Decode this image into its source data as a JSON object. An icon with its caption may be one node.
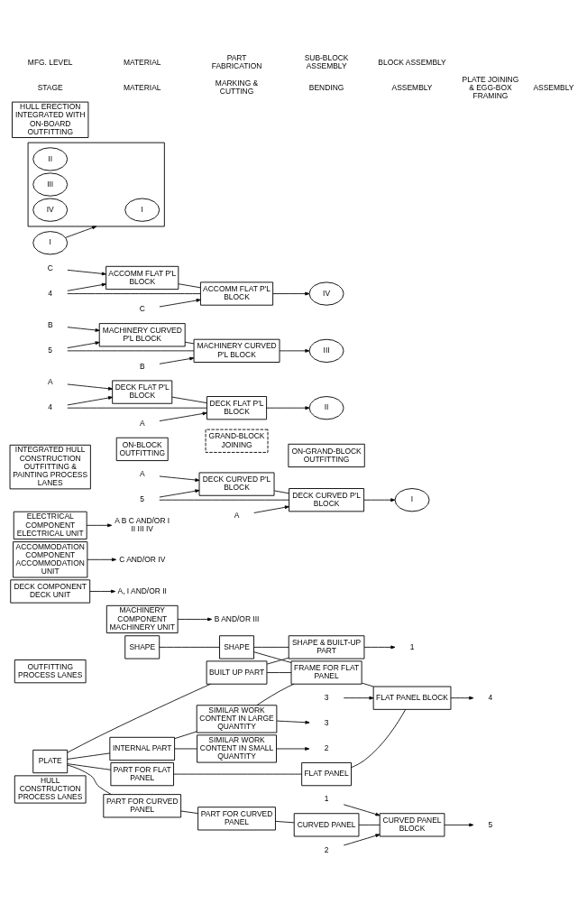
{
  "diagram": {
    "nodes": [
      {
        "text": [
          "HULL CONSTRUCTION PROCESS LANES"
        ]
      },
      {
        "text": [
          "SHAPE"
        ]
      },
      {
        "text": [
          "PLATE"
        ]
      },
      {
        "text": [
          "SHAPE"
        ]
      },
      {
        "text": [
          "BUILT UP PART"
        ]
      },
      {
        "text": [
          "INTERNAL PART"
        ]
      },
      {
        "text": [
          "PART FOR FLAT PANEL"
        ]
      },
      {
        "text": [
          "PART FOR CURVED PANEL"
        ]
      },
      {
        "text": [
          "PART FOR CURVED PANEL"
        ]
      },
      {
        "text": [
          "SHAPE & BUILT-UP PART"
        ]
      },
      {
        "text": [
          "SIMILAR WORK CONTENT IN SMALL QUANTITY"
        ]
      },
      {
        "text": [
          "SIMILAR WORK CONTENT IN LARGE QUANTITY"
        ]
      },
      {
        "text": [
          "FRAME FOR FLAT PANEL"
        ]
      },
      {
        "text": [
          "FLAT PANEL"
        ]
      },
      {
        "text": [
          "CURVED PANEL"
        ]
      },
      {
        "text": [
          "FLAT PANEL BLOCK"
        ]
      },
      {
        "text": [
          "CURVED PANEL BLOCK"
        ]
      },
      {
        "text": [
          "1"
        ]
      },
      {
        "text": [
          "2"
        ]
      },
      {
        "text": [
          "3"
        ]
      },
      {
        "text": [
          "3"
        ]
      },
      {
        "text": [
          "2"
        ]
      },
      {
        "text": [
          "1"
        ]
      },
      {
        "text": [
          "4"
        ]
      },
      {
        "text": [
          "5"
        ]
      },
      {
        "text": [
          "OUTFITTING PROCESS LANES"
        ]
      },
      {
        "text": [
          "DECK COMPONENT DECK UNIT"
        ]
      },
      {
        "text": [
          "MACHINERY COMPONENT MACHINERY UNIT"
        ]
      },
      {
        "text": [
          "ACCOMMODATION COMPONENT ACCOMMODATION UNIT"
        ]
      },
      {
        "text": [
          "ELECTRICAL COMPONENT ELECTRICAL UNIT"
        ]
      },
      {
        "text": [
          "A, I AND/OR II"
        ]
      },
      {
        "text": [
          "B AND/OR III"
        ]
      },
      {
        "text": [
          "C AND/OR IV"
        ]
      },
      {
        "text": [
          "A B C AND/OR I II III IV"
        ]
      },
      {
        "text": [
          "INTEGRATED HULL CONSTRUCTION OUTFITTING & PAINTING PROCESS LANES"
        ]
      },
      {
        "text": [
          "ON-BLOCK OUTFITTING"
        ]
      },
      {
        "text": [
          "GRAND-BLOCK JOINING"
        ]
      },
      {
        "text": [
          "ON-GRAND-BLOCK OUTFITTING"
        ]
      },
      {
        "text": [
          "5"
        ]
      },
      {
        "text": [
          "A"
        ]
      },
      {
        "text": [
          "DECK CURVED P'L BLOCK"
        ]
      },
      {
        "text": [
          "DECK CURVED P'L BLOCK"
        ]
      },
      {
        "text": [
          "A"
        ]
      },
      {
        "text": [
          "I"
        ]
      },
      {
        "text": [
          "4"
        ]
      },
      {
        "text": [
          "A"
        ]
      },
      {
        "text": [
          "DECK FLAT P'L BLOCK"
        ]
      },
      {
        "text": [
          "DECK FLAT P'L BLOCK"
        ]
      },
      {
        "text": [
          "A"
        ]
      },
      {
        "text": [
          "II"
        ]
      },
      {
        "text": [
          "5"
        ]
      },
      {
        "text": [
          "B"
        ]
      },
      {
        "text": [
          "MACHINERY CURVED P'L BLOCK"
        ]
      },
      {
        "text": [
          "MACHINERY CURVED P'L BLOCK"
        ]
      },
      {
        "text": [
          "B"
        ]
      },
      {
        "text": [
          "III"
        ]
      },
      {
        "text": [
          "4"
        ]
      },
      {
        "text": [
          "C"
        ]
      },
      {
        "text": [
          "ACCOMM FLAT P'L BLOCK"
        ]
      },
      {
        "text": [
          "ACCOMM FLAT P'L BLOCK"
        ]
      },
      {
        "text": [
          "C"
        ]
      },
      {
        "text": [
          "IV"
        ]
      },
      {
        "text": [
          "HULL ERECTION INTEGRATED WITH ON-BOARD OUTFITTING"
        ]
      },
      {
        "text": [],
        "shape": "box"
      },
      {
        "text": [
          "I"
        ],
        "in": 63
      },
      {
        "text": [
          "II"
        ],
        "in": 63
      },
      {
        "text": [
          "III"
        ],
        "in": 63
      },
      {
        "text": [
          "IV"
        ],
        "in": 63
      },
      {
        "text": [
          "I"
        ]
      }
    ],
    "edges": [
      {
        "from": 1,
        "to": 3,
        "arrow": "none"
      },
      {
        "from": 2,
        "to": 4,
        "arrow": "none"
      },
      {
        "from": 2,
        "to": 5,
        "arrow": "none"
      },
      {
        "from": 2,
        "to": 6,
        "arrow": "none"
      },
      {
        "from": 2,
        "to": 7,
        "arrow": "none"
      },
      {
        "from": 3,
        "to": 9,
        "arrow": "none"
      },
      {
        "from": 4,
        "to": 9,
        "arrow": "none"
      },
      {
        "from": 3,
        "to": 12,
        "arrow": "none"
      },
      {
        "from": 4,
        "to": 12,
        "arrow": "none"
      },
      {
        "from": 5,
        "to": 10,
        "arrow": "none"
      },
      {
        "from": 5,
        "to": 11,
        "arrow": "none"
      },
      {
        "from": 9,
        "to": 17,
        "arrow": "to"
      },
      {
        "from": 10,
        "to": 18,
        "arrow": "to"
      },
      {
        "from": 11,
        "to": 19,
        "arrow": "to"
      },
      {
        "from": 11,
        "to": 12,
        "arrow": "none"
      },
      {
        "from": 6,
        "to": 13,
        "arrow": "none"
      },
      {
        "from": 7,
        "to": 8,
        "arrow": "none"
      },
      {
        "from": 8,
        "to": 14,
        "arrow": "none"
      },
      {
        "from": 12,
        "to": 15,
        "arrow": "none"
      },
      {
        "from": 13,
        "to": 15,
        "arrow": "none"
      },
      {
        "from": 20,
        "to": 15,
        "arrow": "to"
      },
      {
        "from": 14,
        "to": 16,
        "arrow": "none"
      },
      {
        "from": 21,
        "to": 16,
        "arrow": "to"
      },
      {
        "from": 22,
        "to": 16,
        "arrow": "to"
      },
      {
        "from": 15,
        "to": 23,
        "arrow": "to"
      },
      {
        "from": 16,
        "to": 24,
        "arrow": "to"
      },
      {
        "from": 26,
        "to": 30,
        "arrow": "to"
      },
      {
        "from": 27,
        "to": 31,
        "arrow": "to"
      },
      {
        "from": 28,
        "to": 32,
        "arrow": "to"
      },
      {
        "from": 29,
        "to": 33,
        "arrow": "to"
      },
      {
        "from": 38,
        "to": 40,
        "arrow": "to"
      },
      {
        "from": 39,
        "to": 40,
        "arrow": "to"
      },
      {
        "from": 40,
        "to": 41,
        "arrow": "none"
      },
      {
        "from": 38,
        "to": 41,
        "arrow": "none"
      },
      {
        "from": 42,
        "to": 41,
        "arrow": "to"
      },
      {
        "from": 41,
        "to": 43,
        "arrow": "to"
      },
      {
        "from": 44,
        "to": 46,
        "arrow": "to"
      },
      {
        "from": 45,
        "to": 46,
        "arrow": "to"
      },
      {
        "from": 46,
        "to": 47,
        "arrow": "none"
      },
      {
        "from": 44,
        "to": 47,
        "arrow": "none"
      },
      {
        "from": 48,
        "to": 47,
        "arrow": "to"
      },
      {
        "from": 47,
        "to": 49,
        "arrow": "to"
      },
      {
        "from": 50,
        "to": 52,
        "arrow": "to"
      },
      {
        "from": 51,
        "to": 52,
        "arrow": "to"
      },
      {
        "from": 52,
        "to": 53,
        "arrow": "none"
      },
      {
        "from": 50,
        "to": 53,
        "arrow": "none"
      },
      {
        "from": 54,
        "to": 53,
        "arrow": "to"
      },
      {
        "from": 53,
        "to": 55,
        "arrow": "to"
      },
      {
        "from": 56,
        "to": 58,
        "arrow": "to"
      },
      {
        "from": 57,
        "to": 58,
        "arrow": "to"
      },
      {
        "from": 58,
        "to": 59,
        "arrow": "none"
      },
      {
        "from": 56,
        "to": 59,
        "arrow": "none"
      },
      {
        "from": 60,
        "to": 59,
        "arrow": "to"
      },
      {
        "from": 59,
        "to": 61,
        "arrow": "to"
      },
      {
        "from": 68,
        "to": 63,
        "arrow": "to"
      }
    ],
    "labels": [
      "STAGE",
      "MATERIAL",
      "MARKING & CUTTING",
      "BENDING",
      "ASSEMBLY",
      "PLATE JOINING & EGG-BOX FRAMING",
      "ASSEMBLY",
      "MFG. LEVEL",
      "MATERIAL",
      "PART FABRICATION",
      "SUB-BLOCK ASSEMBLY",
      "BLOCK ASSEMBLY"
    ]
  }
}
